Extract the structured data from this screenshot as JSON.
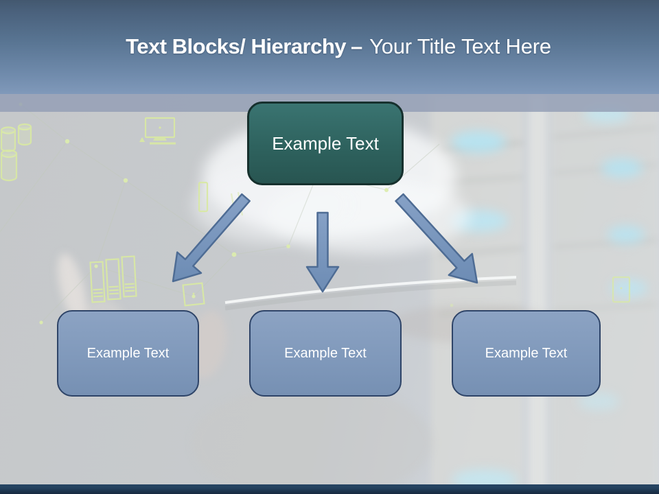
{
  "title": {
    "bold": "Text Blocks/ Hierarchy",
    "separator": "–",
    "rest": "Your Title Text Here"
  },
  "diagram": {
    "root": {
      "label": "Example Text"
    },
    "children": [
      {
        "label": "Example Text"
      },
      {
        "label": "Example Text"
      },
      {
        "label": "Example Text"
      }
    ]
  },
  "background": {
    "description": "Blurred photo of a hand holding a tablet in front of glowing server racks, overlaid with pale green network line-art icons",
    "icons": [
      "monitor-icon",
      "database-cylinder-icon",
      "server-rack-icon",
      "smartphone-icon",
      "network-node-dots"
    ]
  },
  "colors": {
    "header_gradient_top": "#475e79",
    "header_gradient_bottom": "#8099ba",
    "root_node_fill": "#2e625e",
    "root_node_border": "#16302d",
    "child_node_fill": "#8099bb",
    "child_node_border": "#2e4468",
    "arrow_fill": "#7897be",
    "arrow_border": "#4e6c94",
    "footer_bar": "#203c5a",
    "canvas_background": "#c8cbce",
    "server_glow_cyan": "#b3e5f5",
    "lineart_green": "#d8e8a4",
    "title_text": "#ffffff",
    "node_text": "#ffffff"
  }
}
